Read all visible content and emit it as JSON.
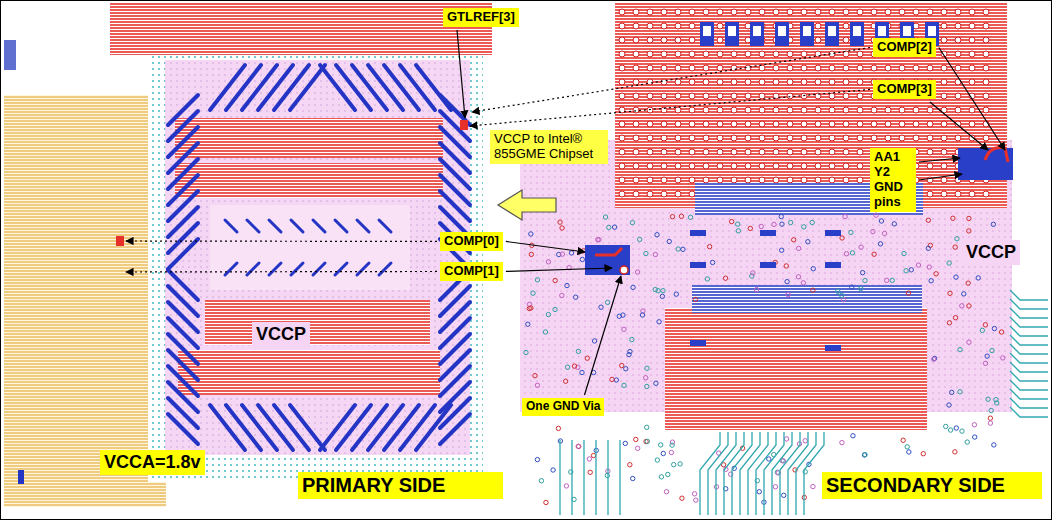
{
  "diagram": {
    "labels": [
      "GTLREF[3]",
      "COMP[2]",
      "COMP[3]",
      "VCCP to Intel® 855GME Chipset",
      "AA1 Y2 GND pins",
      "COMP[0]",
      "COMP[1]",
      "VCCP",
      "VCCP",
      "One GND Via",
      "VCCA=1.8v",
      "PRIMARY SIDE",
      "SECONDARY SIDE"
    ]
  }
}
